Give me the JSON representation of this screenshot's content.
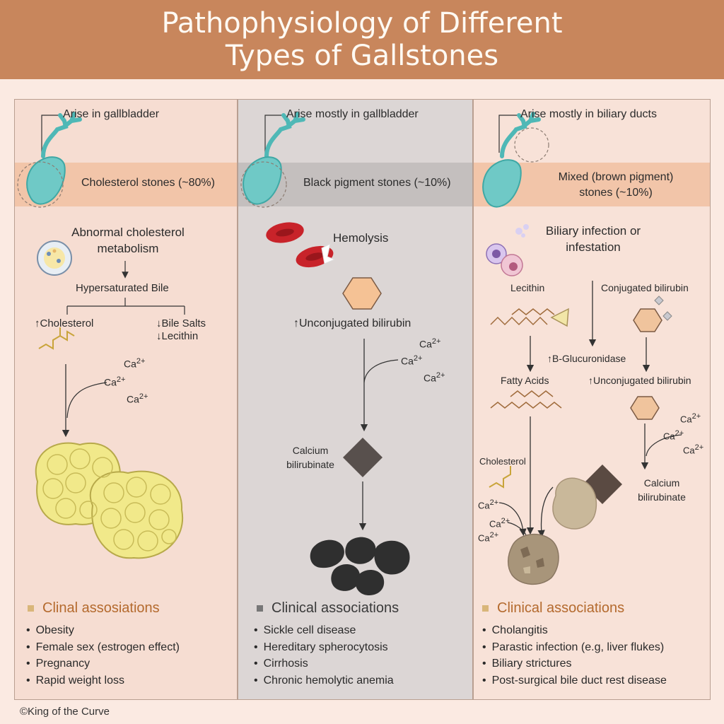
{
  "header": {
    "title": "Pathophysiology of Different\nTypes of Gallstones"
  },
  "colors": {
    "header_bg": "#c8865c",
    "panel_1": "#f6ddd2",
    "panel_2": "#dcd6d5",
    "panel_3": "#f8e2d8",
    "band_orange": "#f2c5a9",
    "band_gray": "#c4bfbe",
    "clinical_title_orange": "#b46a2e",
    "clinical_title_gray": "#3a3a3a",
    "gallbladder": "#6fc9c6",
    "cholesterol_stone": "#f1e98a",
    "black_stone": "#2f2f2f",
    "brown_stone": "#a8957a"
  },
  "columns": [
    {
      "location": "Arise in gallbladder",
      "stone_type": "Cholesterol stones (~80%)",
      "cause": "Abnormal cholesterol metabolism",
      "step1": "Hypersaturated Bile",
      "branch_left": "↑Cholesterol",
      "branch_right_1": "↓Bile Salts",
      "branch_right_2": "↓Lecithin",
      "ion": "Ca",
      "ion_charge": "2+",
      "clinical_title": "Clinal assosiations",
      "clinical": [
        "Obesity",
        "Female sex (estrogen effect)",
        "Pregnancy",
        "Rapid weight loss"
      ]
    },
    {
      "location": "Arise mostly in gallbladder",
      "stone_type": "Black pigment stones (~10%)",
      "cause": "Hemolysis",
      "step1": "↑Unconjugated bilirubin",
      "product": "Calcium bilirubinate",
      "ion": "Ca",
      "ion_charge": "2+",
      "clinical_title": "Clinical associations",
      "clinical": [
        "Sickle cell disease",
        "Hereditary spherocytosis",
        "Cirrhosis",
        "Chronic hemolytic anemia"
      ]
    },
    {
      "location": "Arise mostly in biliary ducts",
      "stone_type": "Mixed (brown pigment) stones (~10%)",
      "cause": "Biliary infection or infestation",
      "lecithin": "Lecithin",
      "conjugated": "Conjugated bilirubin",
      "enzyme": "↑B-Glucuronidase",
      "fatty_acids": "Fatty Acids",
      "unconjugated": "↑Unconjugated bilirubin",
      "cholesterol": "Cholesterol",
      "product": "Calcium bilirubinate",
      "ion": "Ca",
      "ion_charge": "2+",
      "clinical_title": "Clinical associations",
      "clinical": [
        "Cholangitis",
        "Parastic infection (e.g, liver flukes)",
        "Biliary strictures",
        "Post-surgical bile duct rest disease"
      ]
    }
  ],
  "footer": "©King of the Curve"
}
